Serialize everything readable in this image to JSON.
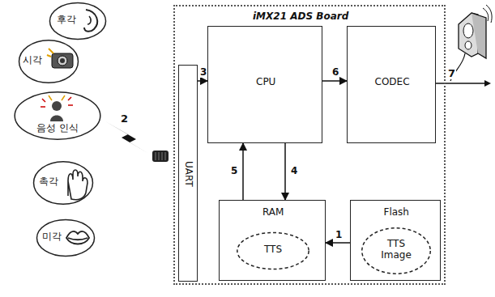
{
  "diagram": {
    "nodes": [
      {
        "text": [
          "후각"
        ]
      },
      {
        "text": [
          "시각"
        ]
      },
      {
        "text": [
          "음성 인식"
        ]
      },
      {
        "text": [
          "촉각"
        ]
      },
      {
        "text": [
          "미각"
        ]
      },
      {
        "text": [
          "iMX21 ADS Board"
        ]
      },
      {
        "text": [
          "UART"
        ],
        "in": 5
      },
      {
        "text": [
          "CPU"
        ],
        "in": 5
      },
      {
        "text": [
          "CODEC"
        ],
        "in": 5
      },
      {
        "text": [
          "RAM"
        ],
        "in": 5
      },
      {
        "text": [
          "TTS"
        ],
        "in": 9
      },
      {
        "text": [
          "Flash"
        ],
        "in": 5
      },
      {
        "text": [
          "TTS Image"
        ],
        "in": 11
      }
    ],
    "edges": [
      {
        "from": 11,
        "to": 9,
        "label": "1",
        "arrow": "to"
      },
      {
        "from": 6,
        "to": 7,
        "label": "3",
        "arrow": "to"
      },
      {
        "from": 7,
        "to": 9,
        "label": "4",
        "arrow": "to"
      },
      {
        "from": 9,
        "to": 7,
        "label": "5",
        "arrow": "to"
      },
      {
        "from": 7,
        "to": 8,
        "label": "6",
        "arrow": "to"
      }
    ],
    "labels": [
      "2",
      "7"
    ]
  }
}
